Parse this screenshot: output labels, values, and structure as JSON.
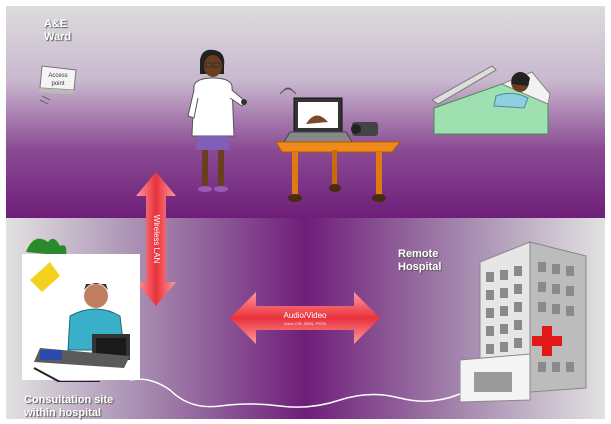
{
  "labels": {
    "ae_ward_line1": "A&E",
    "ae_ward_line2": "Ward",
    "access_point_line1": "Access",
    "access_point_line2": "point",
    "remote_line1": "Remote",
    "remote_line2": "Hospital",
    "consult_line1": "Consultation site",
    "consult_line2": "within hospital"
  },
  "arrows": {
    "vertical_label": "Wireless LAN",
    "horizontal_label": "Audio/Video",
    "horizontal_sublabel": "Voice CIS, ISDN, PSTN"
  },
  "icons": [
    "access-point-icon",
    "doctor-icon",
    "laptop-desk-icon",
    "patient-bed-icon",
    "consultant-desk-icon",
    "hospital-building-icon",
    "red-cross-icon"
  ],
  "colors": {
    "purple": "#6e1e79",
    "arrow_red": "#e8323c",
    "desk_orange": "#f08a1a"
  }
}
